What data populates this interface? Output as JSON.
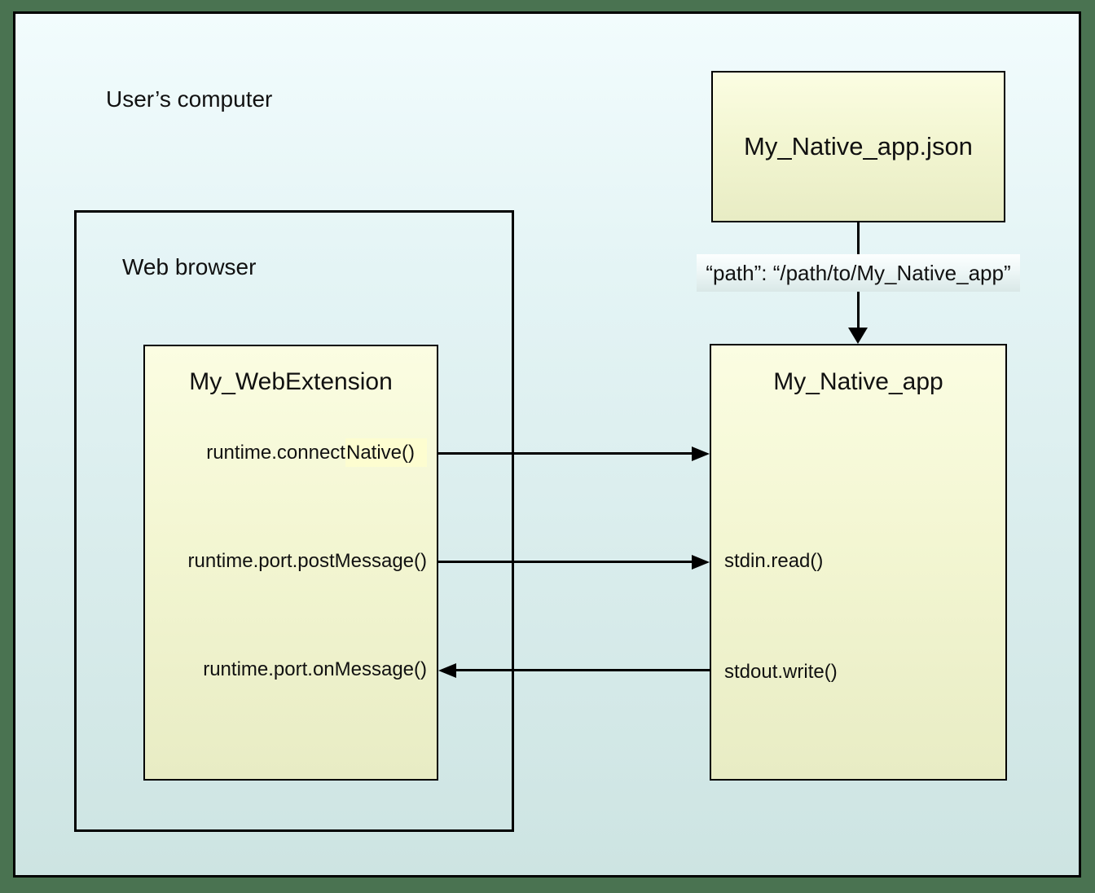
{
  "diagram": {
    "user_computer_label": "User’s computer",
    "web_browser": {
      "label": "Web browser"
    },
    "web_extension": {
      "title": "My_WebExtension",
      "connect_native_prefix": "runtime.connect",
      "connect_native_highlight": "Native()",
      "post_message": "runtime.port.postMessage()",
      "on_message": "runtime.port.onMessage()"
    },
    "manifest": {
      "title": "My_Native_app.json"
    },
    "native_app": {
      "title": "My_Native_app",
      "stdin": "stdin.read()",
      "stdout": "stdout.write()"
    },
    "path_annotation": "“path”: “/path/to/My_Native_app”",
    "colors": {
      "surround": "#4a7351",
      "canvas_top": "#f2fcfd",
      "canvas_bottom": "#cde4e2",
      "box_top": "#fbfde2",
      "box_bottom": "#e8ecc4",
      "highlight": "#fdfdd0",
      "stroke": "#000000"
    }
  }
}
